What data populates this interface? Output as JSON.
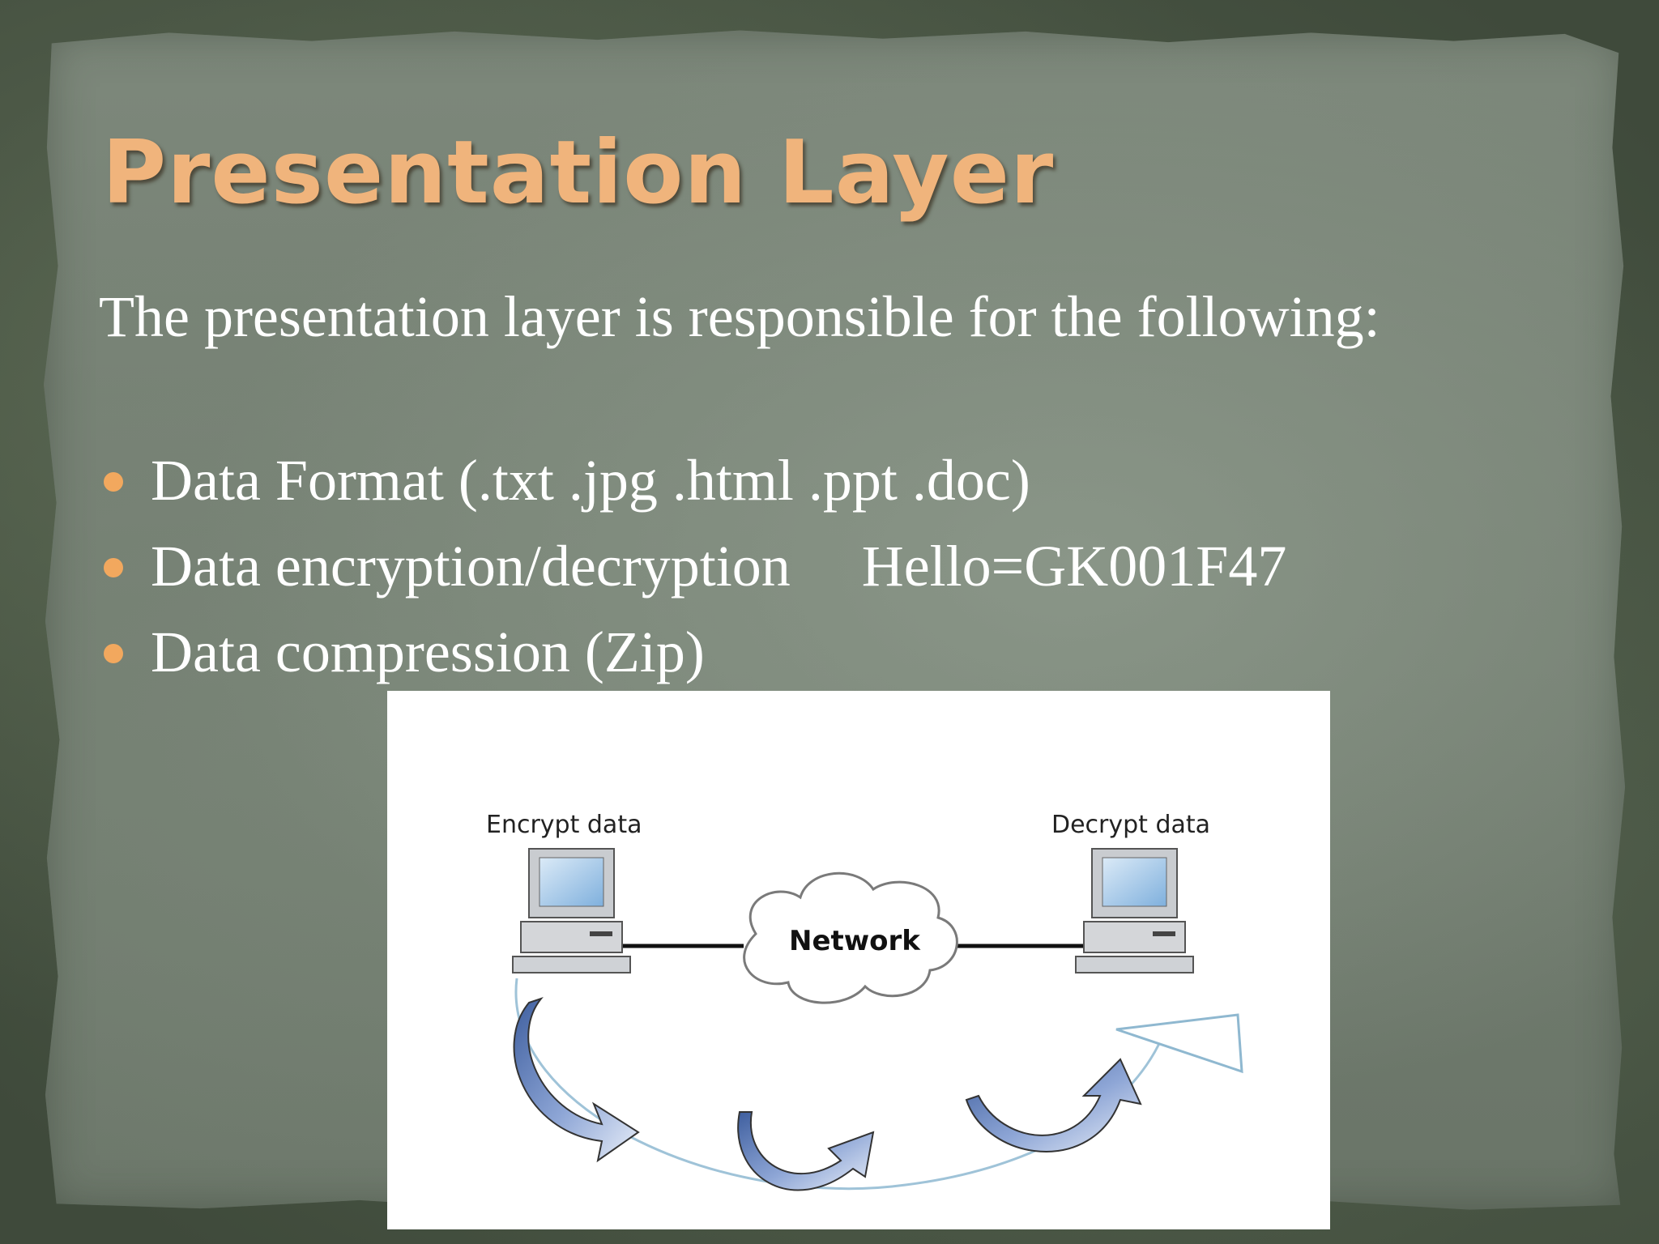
{
  "slide": {
    "title": "Presentation Layer",
    "intro": "The presentation layer is responsible for the following:",
    "bullets": [
      {
        "text": "Data Format (.txt .jpg .html .ppt .doc)",
        "extra": ""
      },
      {
        "text": "Data encryption/decryption",
        "extra": "Hello=GK001F47"
      },
      {
        "text": "Data compression (Zip)",
        "extra": ""
      }
    ]
  },
  "figure": {
    "left_label": "Encrypt data",
    "right_label": "Decrypt data",
    "cloud_label": "Network"
  },
  "colors": {
    "title": "#f0b47c",
    "bullet": "#f2a85e",
    "text": "#ffffff",
    "arrow": "#6f8fc8"
  }
}
